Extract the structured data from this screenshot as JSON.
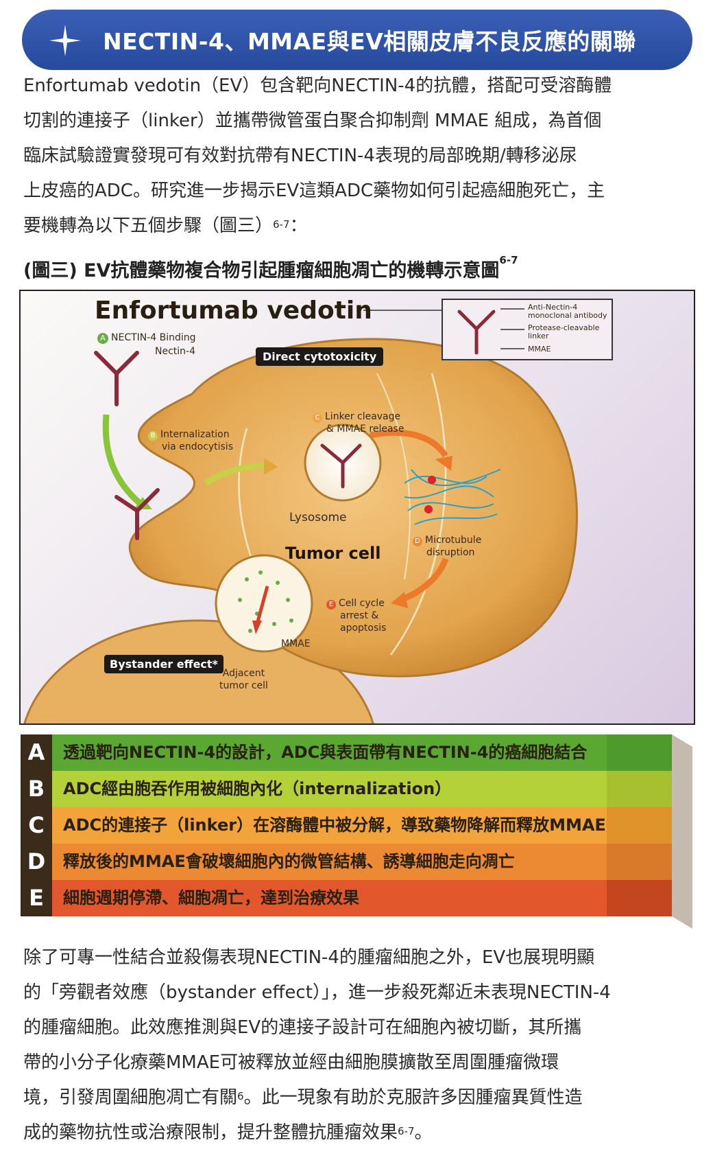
{
  "header": {
    "title": "NECTIN-4、MMAE與EV相關皮膚不良反應的關聯",
    "icon": "sparkle-star-icon"
  },
  "intro": {
    "lines": [
      "Enfortumab vedotin（EV）包含靶向NECTIN-4的抗體，搭配可受溶酶體",
      "切割的連接子（linker）並攜帶微管蛋白聚合抑制劑 MMAE 組成，為首個",
      "臨床試驗證實發現可有效對抗帶有NECTIN-4表現的局部晚期/轉移泌尿",
      "上皮癌的ADC。研究進一步揭示EV這類ADC藥物如何引起癌細胞死亡，主",
      "要機轉為以下五個步驟（圖三）"
    ],
    "last_ref": "6-7",
    "last_tail": "："
  },
  "figure": {
    "caption": "(圖三) EV抗體藥物複合物引起腫瘤細胞凋亡的機轉示意圖",
    "caption_ref": "6-7",
    "title": "Enfortumab vedotin",
    "legend": {
      "antibody": "Anti-Nectin-4 monoclonal antibody",
      "linker": "Protease-cleavable linker",
      "payload": "MMAE"
    },
    "labels": {
      "a_letter": "A",
      "a_text": "NECTIN-4 Binding",
      "nectin": "Nectin-4",
      "direct": "Direct cytotoxicity",
      "b_letter": "B",
      "b_text1": "Internalization",
      "b_text2": "via endocytisis",
      "c_letter": "C",
      "c_text1": "Linker cleavage",
      "c_text2": "& MMAE release",
      "lysosome": "Lysosome",
      "tumor": "Tumor cell",
      "d_letter": "D",
      "d_text1": "Microtubule",
      "d_text2": "disruption",
      "e_letter": "E",
      "e_text1": "Cell cycle",
      "e_text2": "arrest &",
      "e_text3": "apoptosis",
      "mmae": "MMAE",
      "bystander": "Bystander effect*",
      "adjacent1": "Adjacent",
      "adjacent2": "tumor cell"
    }
  },
  "steps": [
    {
      "letter": "A",
      "text": "透過靶向NECTIN-4的設計，ADC與表面帶有NECTIN-4的癌細胞結合",
      "color": "#5aa832"
    },
    {
      "letter": "B",
      "text": "ADC經由胞吞作用被細胞內化（internalization）",
      "color": "#b5d13a"
    },
    {
      "letter": "C",
      "text": "ADC的連接子（linker）在溶酶體中被分解，導致藥物降解而釋放MMAE",
      "color": "#f2a33a"
    },
    {
      "letter": "D",
      "text": "釋放後的MMAE會破壞細胞內的微管結構、誘導細胞走向凋亡",
      "color": "#ec8a34"
    },
    {
      "letter": "E",
      "text": "細胞週期停滯、細胞凋亡，達到治療效果",
      "color": "#e2572c"
    }
  ],
  "outro": {
    "l1": "除了可專一性結合並殺傷表現NECTIN-4的腫瘤細胞之外，EV也展現明顯",
    "l2": "的「旁觀者效應（bystander effect）」，進一步殺死鄰近未表現NECTIN-4",
    "l3": "的腫瘤細胞。此效應推測與EV的連接子設計可在細胞內被切斷，其所攜",
    "l4": "帶的小分子化療藥MMAE可被釋放並經由細胞膜擴散至周圍腫瘤微環",
    "l5a": "境，引發周圍細胞凋亡有關",
    "l5ref": "6",
    "l5b": "。此一現象有助於克服許多因腫瘤異質性造",
    "l6a": "成的藥物抗性或治療限制，提升整體抗腫瘤效果",
    "l6ref": "6-7",
    "l6b": "。"
  }
}
